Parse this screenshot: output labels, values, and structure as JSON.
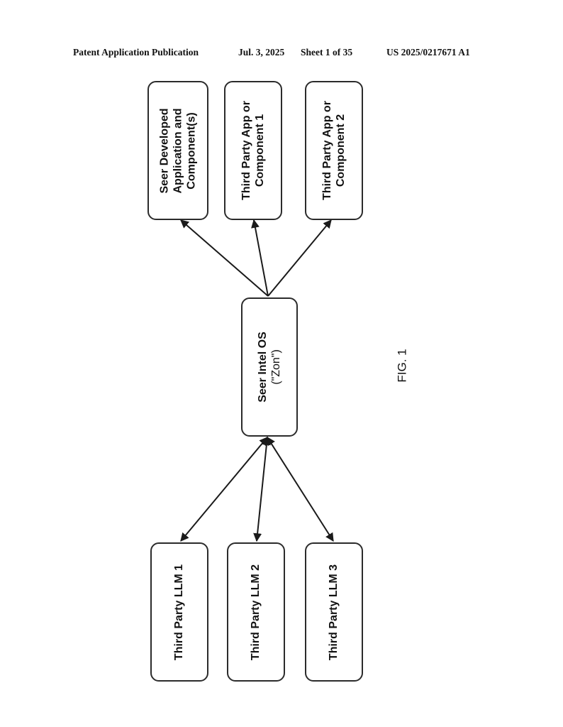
{
  "header": {
    "publication": "Patent Application Publication",
    "date": "Jul. 3, 2025",
    "sheet": "Sheet 1 of 35",
    "number": "US 2025/0217671 A1"
  },
  "figure_label": "FIG. 1",
  "diagram": {
    "center": {
      "line1": "Seer Intel OS",
      "line2": "(\"Zon\")"
    },
    "outputs": [
      {
        "lines": [
          "Seer Developed",
          "Application and",
          "Component(s)"
        ]
      },
      {
        "lines": [
          "Third Party App or",
          "Component 1"
        ]
      },
      {
        "lines": [
          "Third Party App or",
          "Component 2"
        ]
      }
    ],
    "inputs": [
      {
        "label": "Third Party LLM 1"
      },
      {
        "label": "Third Party LLM 2"
      },
      {
        "label": "Third Party LLM 3"
      }
    ]
  }
}
